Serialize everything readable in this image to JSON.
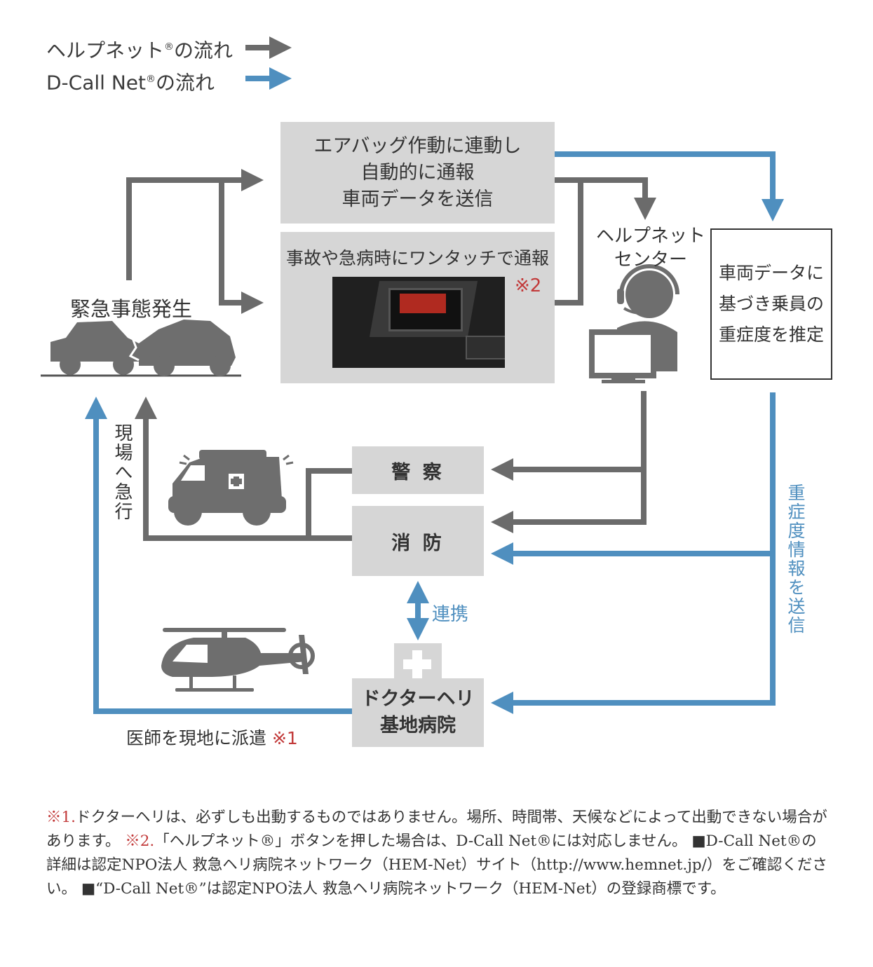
{
  "colors": {
    "gray_flow": "#6b6b6b",
    "blue_flow": "#4f8fbf",
    "box_fill": "#d6d6d6",
    "note_red": "#c23a3a",
    "text": "#333333"
  },
  "legend": {
    "helpnet_prefix": "ヘルプネット",
    "helpnet_suffix": "の流れ",
    "dcall_prefix": "D-Call Net",
    "dcall_suffix": "の流れ",
    "registered_mark": "®"
  },
  "nodes": {
    "airbag": {
      "line1": "エアバッグ作動に連動し",
      "line2": "自動的に通報",
      "line3": "車両データを送信"
    },
    "onetouch": {
      "label": "事故や急病時にワンタッチで通報",
      "note": "※2"
    },
    "emergency": {
      "label": "緊急事態発生"
    },
    "helpnet_center": {
      "line1": "ヘルプネット",
      "line2": "センター"
    },
    "estimate": {
      "line1": "車両データに",
      "line2": "基づき乗員の",
      "line3": "重症度を推定"
    },
    "police": {
      "label": "警 察"
    },
    "fire": {
      "label": "消 防"
    },
    "hospital": {
      "line1": "ドクターヘリ",
      "line2": "基地病院"
    }
  },
  "edge_labels": {
    "rush": "現場へ急行",
    "severity": "重症度情報を送信",
    "cooperation": "連携",
    "dispatch": "医師を現地に派遣",
    "dispatch_note": "※1"
  },
  "footnote": {
    "n1_mark": "※1.",
    "n1_text": "ドクターヘリは、必ずしも出動するものではありません。場所、時間帯、天候などによって出動できない場合があります。",
    "n2_mark": "※2.",
    "n2_text": "「ヘルプネット®」ボタンを押した場合は、D-Call Net®には対応しません。",
    "detail": "■D-Call Net®の詳細は認定NPO法人 救急ヘリ病院ネットワーク（HEM-Net）サイト（http://www.hemnet.jp/）をご確認ください。",
    "trademark": "■“D-Call Net®”は認定NPO法人 救急ヘリ病院ネットワーク（HEM-Net）の登録商標です。"
  }
}
